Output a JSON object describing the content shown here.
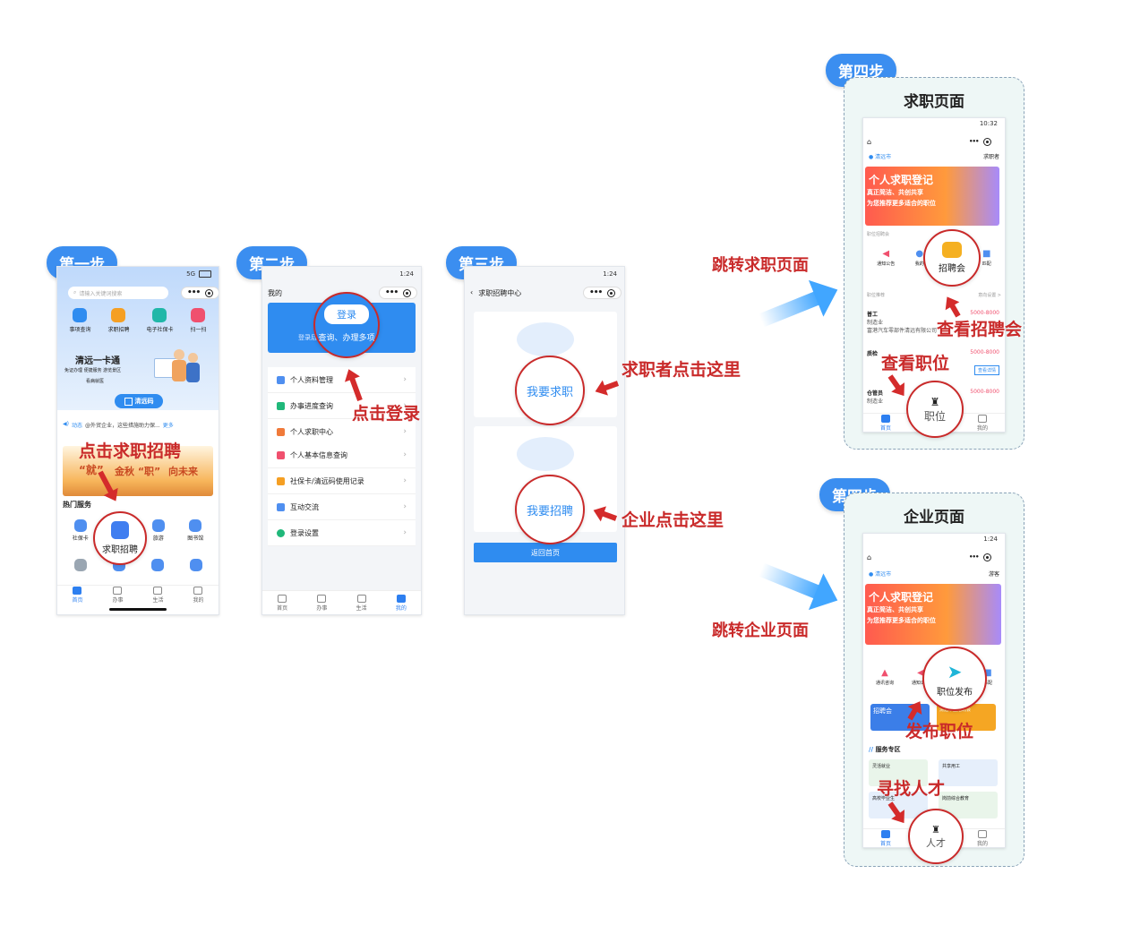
{
  "steps": {
    "step1": "第一步",
    "step2": "第二步",
    "step3": "第三步",
    "step4": "第四步"
  },
  "phone1": {
    "search_placeholder": "请输入关键词搜索",
    "signal": "5G",
    "quick": [
      "事项查询",
      "求职招聘",
      "电子社保卡",
      "扫一扫"
    ],
    "card_title": "清远一卡通",
    "card_sub1": "免证办理  便捷服务  游览景区",
    "card_sub2": "看病就医",
    "qr_button": "清远码",
    "news_tag": "动态",
    "news_text": "@外贸企业，这些措施助力保...",
    "news_more": "更多",
    "banner_left": "“就”",
    "banner_mid": "金秋 “职”",
    "banner_right": "向未来",
    "hot_title": "热门服务",
    "services_row1": [
      "社保卡",
      "",
      "旅游",
      "图书馆"
    ],
    "tabs": [
      "首页",
      "办事",
      "生活",
      "我的"
    ],
    "callout": "求职招聘",
    "annotation": "点击求职招聘"
  },
  "phone2": {
    "time": "1:24",
    "title": "我的",
    "login_button": "登录",
    "login_hint_left": "登录后",
    "login_hint_right": "查询、办理多项",
    "menu1": [
      "个人资料管理",
      "办事进度查询",
      "个人求职中心"
    ],
    "menu2": [
      "个人基本信息查询",
      "社保卡/清远码使用记录",
      "互动交流",
      "登录设置"
    ],
    "tabs": [
      "首页",
      "办事",
      "生活",
      "我的"
    ],
    "annotation": "点击登录"
  },
  "phone3": {
    "time": "1:24",
    "title": "求职招聘中心",
    "seek_button": "我要求职",
    "recruit_button": "我要招聘",
    "back_button": "返回首页",
    "annotation_seek": "求职者点击这里",
    "annotation_recruit": "企业点击这里"
  },
  "jumps": {
    "seeker": "跳转求职页面",
    "company": "跳转企业页面"
  },
  "seeker_page": {
    "frame_title": "求职页面",
    "time": "10:32",
    "city": "清远市",
    "role": "求职者",
    "banner_t1": "个人求职登记",
    "banner_t2": "真正简洁、共创共享",
    "banner_t3": "为您推荐更多适合的职位",
    "section": "职位招聘会",
    "icons": [
      "通知公告",
      "我的",
      "招聘会",
      "匹配"
    ],
    "callout_fair": "招聘会",
    "annotation_fair": "查看招聘会",
    "rec_title": "职位推荐",
    "rec_more": "意向设置 >",
    "job1_title": "普工",
    "job1_sub": "制造业",
    "job1_company": "富港汽车零部件清远有限公司",
    "job1_salary": "5000-8000",
    "job2_title": "质检",
    "job2_salary": "5000-8000",
    "job2_btn": "查看详情",
    "job3_title": "仓管员",
    "job3_sub": "制造业",
    "job3_salary": "5000-8000",
    "annotation_job": "查看职位",
    "callout_job": "职位",
    "tabs": [
      "首页",
      "职位",
      "我的"
    ]
  },
  "company_page": {
    "frame_title": "企业页面",
    "time": "1:24",
    "city": "清远市",
    "role": "游客",
    "banner_t1": "个人求职登记",
    "banner_t2": "真正简洁、共创共享",
    "banner_t3": "为您推荐更多适合的职位",
    "icons": [
      "通讯咨询",
      "通知公告",
      "职位发布",
      "匹配"
    ],
    "callout_publish": "职位发布",
    "annotation_publish": "发布职位",
    "fair_card": "招聘会",
    "fair_card2": "清远市直招聘会",
    "service_title": "服务专区",
    "svc": [
      "灵活就业",
      "共享用工",
      "高校毕业生",
      "岗前综合教育"
    ],
    "annotation_talent": "寻找人才",
    "callout_talent": "人才",
    "tabs": [
      "首页",
      "人才",
      "我的"
    ]
  },
  "colors": {
    "accent": "#3b8ef0",
    "red": "#c92a2a",
    "banner": "#ff6a45"
  }
}
